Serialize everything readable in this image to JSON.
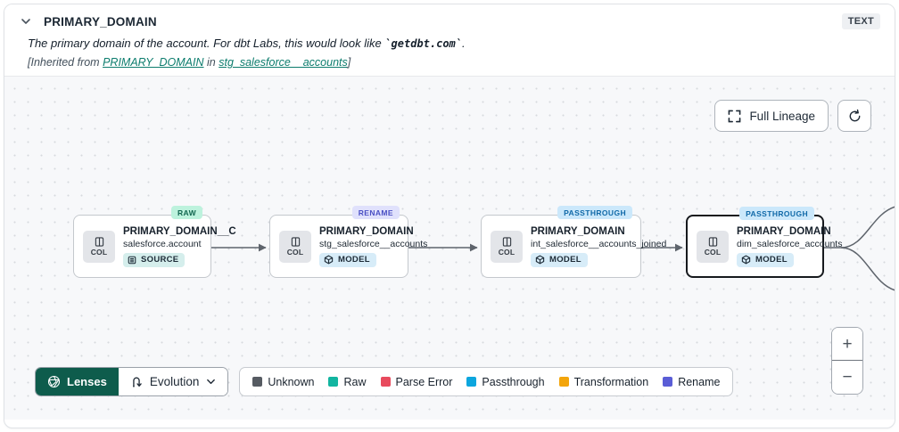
{
  "header": {
    "title": "PRIMARY_DOMAIN",
    "type_badge": "TEXT",
    "description_prefix": "The primary domain of the account. For dbt Labs, this would look like ",
    "description_code": "`getdbt.com`",
    "description_suffix": ".",
    "inherited_prefix": "[Inherited from ",
    "inherited_column_link": "PRIMARY_DOMAIN",
    "inherited_middle": " in ",
    "inherited_model_link": "stg_salesforce__accounts",
    "inherited_suffix": "]"
  },
  "canvas": {
    "full_lineage_label": "Full Lineage",
    "zoom_in_label": "+",
    "zoom_out_label": "−",
    "nodes": [
      {
        "title": "PRIMARY_DOMAIN__C",
        "subtitle": "salesforce.account",
        "resource_label": "SOURCE",
        "tag": "RAW",
        "col_label": "COL"
      },
      {
        "title": "PRIMARY_DOMAIN",
        "subtitle": "stg_salesforce__accounts",
        "resource_label": "MODEL",
        "tag": "RENAME",
        "col_label": "COL"
      },
      {
        "title": "PRIMARY_DOMAIN",
        "subtitle": "int_salesforce__accounts_joined",
        "resource_label": "MODEL",
        "tag": "PASSTHROUGH",
        "col_label": "COL"
      },
      {
        "title": "PRIMARY_DOMAIN",
        "subtitle": "dim_salesforce_accounts",
        "resource_label": "MODEL",
        "tag": "PASSTHROUGH",
        "col_label": "COL"
      }
    ]
  },
  "toolbar": {
    "lenses_label": "Lenses",
    "lens_selected": "Evolution"
  },
  "legend": {
    "items": [
      {
        "label": "Unknown",
        "color": "#565b62"
      },
      {
        "label": "Raw",
        "color": "#12b5a0"
      },
      {
        "label": "Parse Error",
        "color": "#e84a5d"
      },
      {
        "label": "Passthrough",
        "color": "#0ca6de"
      },
      {
        "label": "Transformation",
        "color": "#f3a50b"
      },
      {
        "label": "Rename",
        "color": "#5a5dd6"
      }
    ]
  },
  "colors": {
    "accent_teal": "#0e5c4c",
    "link_teal": "#0c7c6d",
    "edge_gray": "#5e646c",
    "selected_border": "#16191d"
  }
}
